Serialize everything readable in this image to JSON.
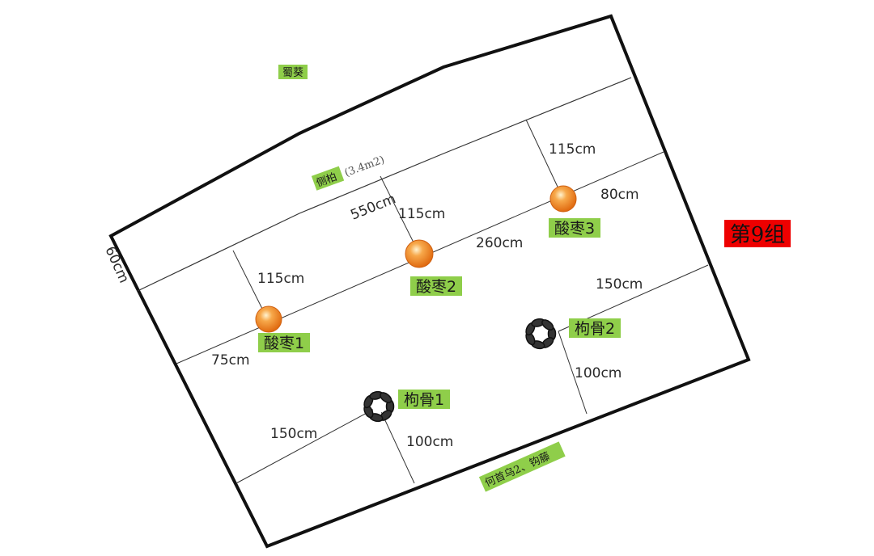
{
  "group_label": "第9组",
  "plants": {
    "shukui": "蜀葵",
    "cebai": "侧柏",
    "cebai_area": "(3.4m2)",
    "suanzao1": "酸枣1",
    "suanzao2": "酸枣2",
    "suanzao3": "酸枣3",
    "gouqi1": "枸骨1",
    "gouqi2": "枸骨2",
    "heshouwu": "何首乌2、钩藤"
  },
  "dimensions": {
    "left_edge": "60cm",
    "length": "550cm",
    "sz1_up": "115cm",
    "sz1_left": "75cm",
    "sz2_up": "115cm",
    "sz2_to_sz3": "260cm",
    "sz3_up": "115cm",
    "sz3_right": "80cm",
    "gq2_right": "150cm",
    "gq2_down": "100cm",
    "gq1_left": "150cm",
    "gq1_down": "100cm"
  },
  "colors": {
    "label_bg": "#8fce4a",
    "group_bg": "#ee0000",
    "suanzao_fill": "#f08a2a",
    "outline": "#111111"
  }
}
